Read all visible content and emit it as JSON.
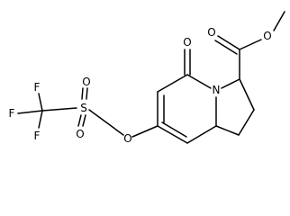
{
  "molecule": {
    "atoms": {
      "f_top": "F",
      "f_left": "F",
      "f_bottom": "F",
      "s": "S",
      "o_sulfonyl_1": "O",
      "o_sulfonyl_2": "O",
      "o_ester_link": "O",
      "n_ring": "N",
      "o_ketone": "O",
      "o_carbonyl": "O",
      "o_methoxy": "O"
    }
  }
}
